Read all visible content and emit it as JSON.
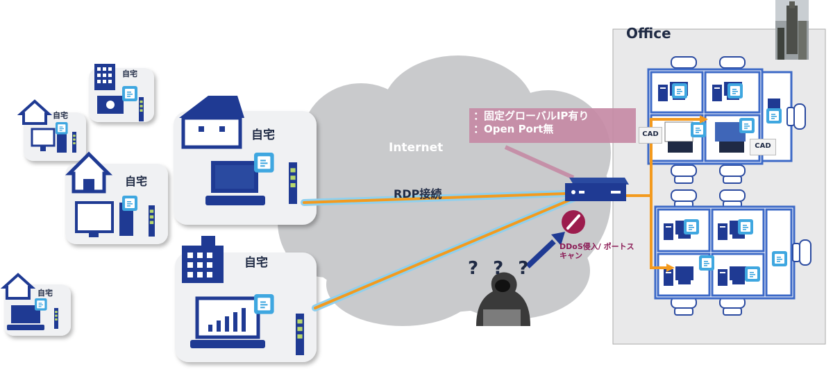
{
  "diagram": {
    "internet_label": "Internet",
    "rdp_label": "RDP接続",
    "office_label": "Office",
    "home_label": "自宅",
    "note_lines": [
      "：固定グローバルIP有り",
      "：Open Port無"
    ],
    "attack_label": "DDoS侵入/ ポートスキャン",
    "question_marks": "? ? ?",
    "cad_label": "CAD"
  },
  "colors": {
    "connection_line": "#f39a1e",
    "connection_glow": "#8fd0ee",
    "icon_navy": "#1f3a93",
    "app_icon": "#3fa7e0",
    "status_green": "#b8d86b",
    "note_box": "#c58aa5",
    "attack_text": "#8b1a55",
    "no_entry_symbol": "#9c1c4d",
    "cloud": "#c9cacc"
  },
  "icons": [
    "house-icon",
    "building-icon",
    "laptop-icon",
    "desktop-icon",
    "router-icon",
    "hacker-icon",
    "no-entry-icon",
    "chair-icon",
    "office-tower-photo"
  ]
}
